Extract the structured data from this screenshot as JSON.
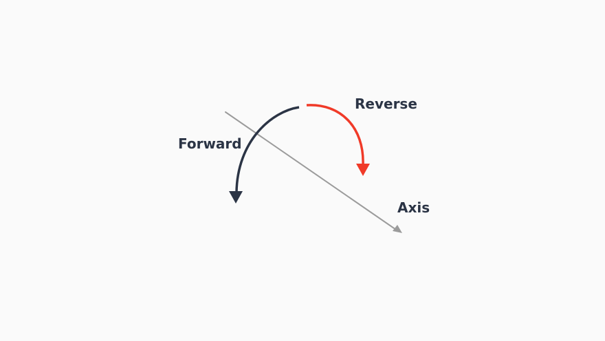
{
  "labels": {
    "forward": "Forward",
    "reverse": "Reverse",
    "axis": "Axis"
  },
  "colors": {
    "background": "#fafafa",
    "forward_arrow": "#2b3445",
    "reverse_arrow": "#f03a28",
    "axis_line": "#9b9b9b",
    "label_text": "#2b3445"
  }
}
